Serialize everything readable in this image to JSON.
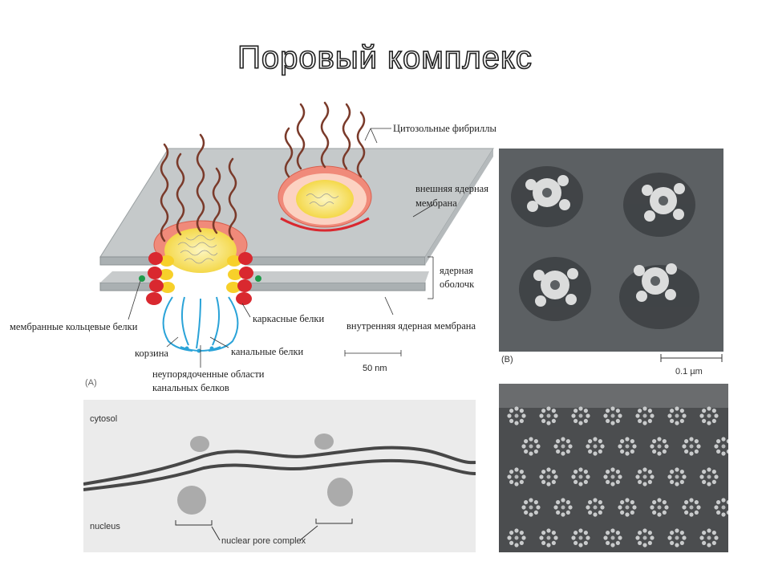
{
  "slide": {
    "title": "Поровый комплекс"
  },
  "diagram": {
    "labels": {
      "cytosolic_fibrils": "Цитозольные фибриллы",
      "outer_membrane_line1": "внешняя ядерная",
      "outer_membrane_line2": "мембрана",
      "envelope_line1": "ядерная",
      "envelope_line2": "оболочк",
      "membrane_ring_proteins": "мембранные кольцевые белки",
      "scaffold_proteins": "каркасные белки",
      "inner_membrane": "внутренняя ядерная мембрана",
      "basket": "корзина",
      "channel_proteins": "канальные белки",
      "disordered_line1": "неупорядоченные области",
      "disordered_line2": "канальных белков",
      "scale": "50 nm",
      "panel": "(A)"
    }
  },
  "micrographs": {
    "top_right": {
      "panel": "(B)",
      "scale": "0.1 µm"
    },
    "bottom_left": {
      "cytosol": "cytosol",
      "nucleus": "nucleus",
      "caption": "nuclear pore complex"
    }
  },
  "colors": {
    "membrane": "#c8cbcc",
    "ring": "#f08a7a",
    "core": "#f7e37a",
    "fibril": "#7a3a2a",
    "basket": "#2aa3d8",
    "anchor": "#d9282f"
  }
}
